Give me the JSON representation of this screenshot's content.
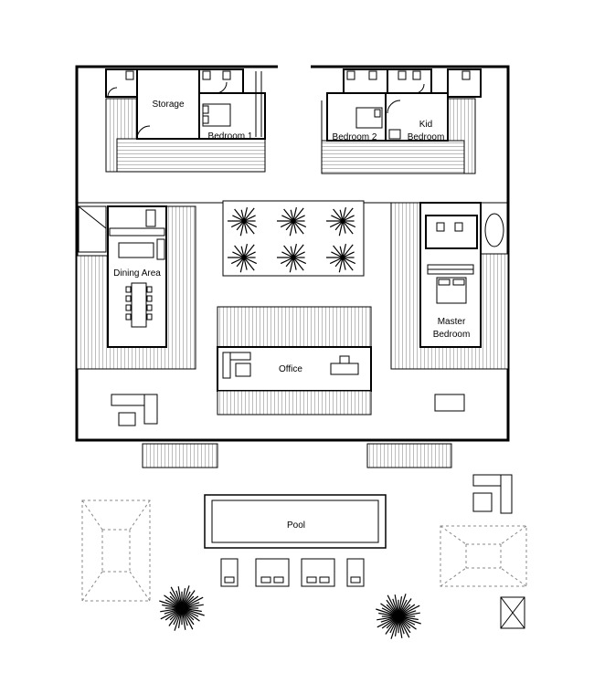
{
  "rooms": {
    "storage": "Storage",
    "bedroom1": "Bedroom 1",
    "bedroom2": "Bedroom 2",
    "kid_bedroom_line1": "Kid",
    "kid_bedroom_line2": "Bedroom",
    "dining": "Dining Area",
    "office": "Office",
    "master_line1": "Master",
    "master_line2": "Bedroom",
    "pool": "Pool"
  }
}
